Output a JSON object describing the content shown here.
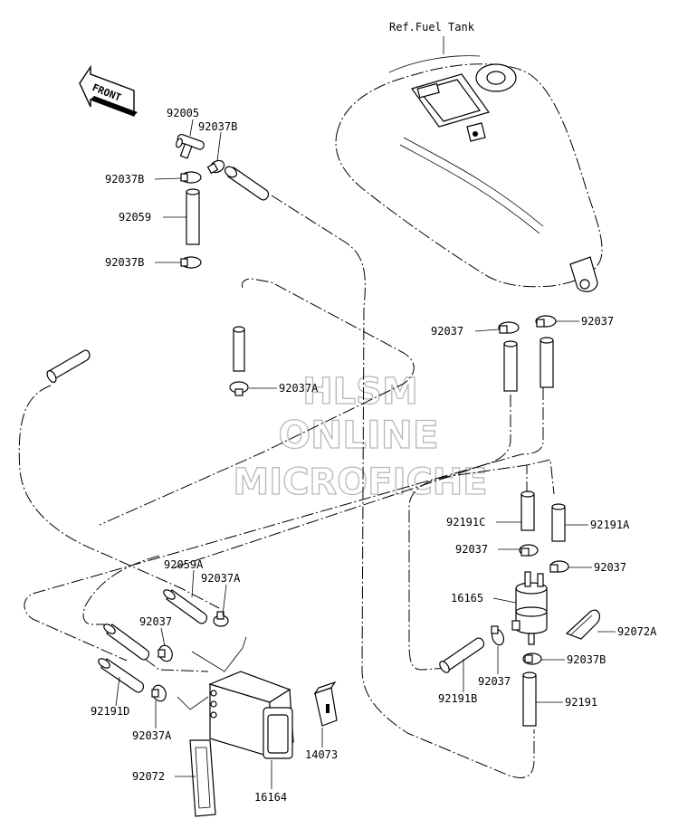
{
  "diagram": {
    "ref_label": "Ref.Fuel Tank",
    "front_label": "FRONT",
    "watermark": [
      "HLSM",
      "ONLINE",
      "MICROFICHE"
    ],
    "labels": {
      "p92005": "92005",
      "p92037B_top": "92037B",
      "p92037B_left": "92037B",
      "p92059": "92059",
      "p92037B_low": "92037B",
      "p92037A_mid": "92037A",
      "p92037_tank_l": "92037",
      "p92037_tank_r": "92037",
      "p92191C": "92191C",
      "p92191A": "92191A",
      "p92037_filter_l": "92037",
      "p92037_filter_r": "92037",
      "p16165": "16165",
      "p92072A": "92072A",
      "p92037B_filter": "92037B",
      "p92037_filter_low": "92037",
      "p92191B": "92191B",
      "p92191": "92191",
      "p92059A": "92059A",
      "p92037A_can_top": "92037A",
      "p92037_can": "92037",
      "p92191D": "92191D",
      "p92037A_can_low": "92037A",
      "p14073": "14073",
      "p92072": "92072",
      "p16164": "16164"
    }
  }
}
